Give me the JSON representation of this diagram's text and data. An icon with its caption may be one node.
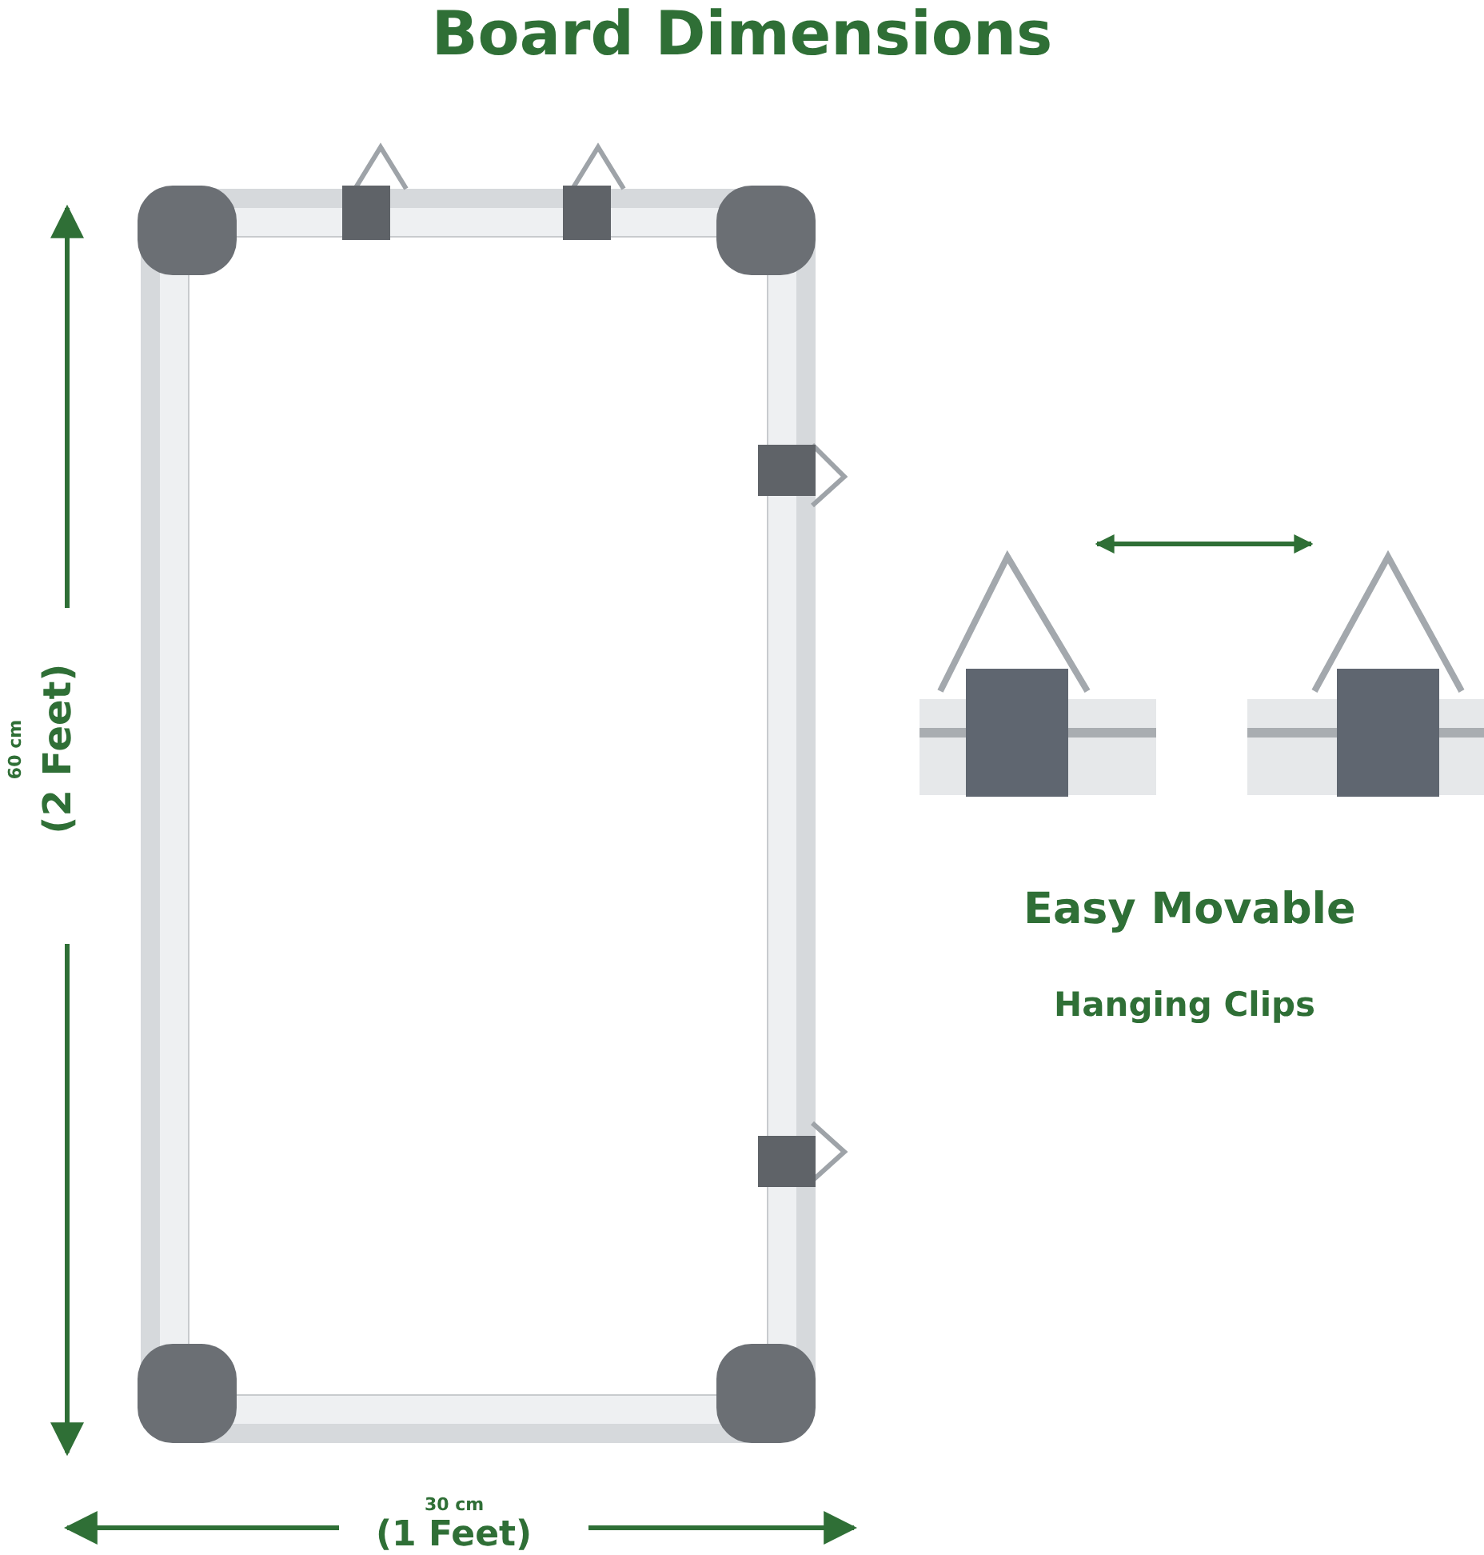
{
  "diagram": {
    "title": "Board Dimensions",
    "labels": [
      "60 cm",
      "(2 Feet)",
      "Easy Movable",
      "Hanging Clips",
      "30 cm",
      "(1 Feet)"
    ]
  }
}
